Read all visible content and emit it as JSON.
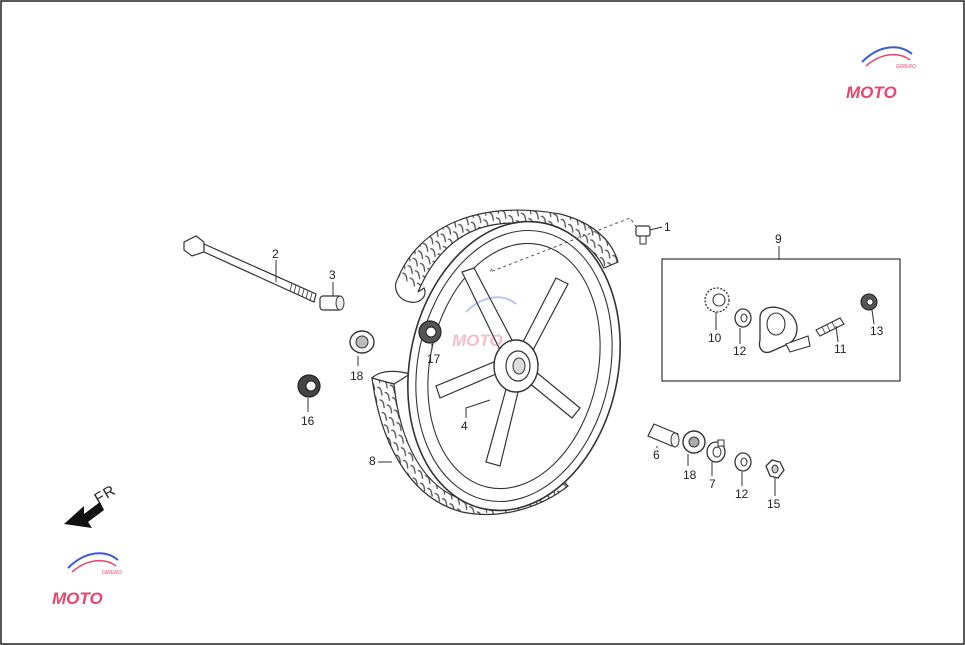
{
  "diagram": {
    "direction_label": "FR",
    "watermark": {
      "text": "MOTO",
      "sub": "GIRERO",
      "colors": {
        "primary": "#e8456b",
        "secondary": "#3c5bd6",
        "gear": "#c8c8c8"
      }
    },
    "parts": [
      {
        "id": "p1",
        "label": "1"
      },
      {
        "id": "p2",
        "label": "2"
      },
      {
        "id": "p3",
        "label": "3"
      },
      {
        "id": "p4",
        "label": "4"
      },
      {
        "id": "p6",
        "label": "6"
      },
      {
        "id": "p7",
        "label": "7"
      },
      {
        "id": "p8",
        "label": "8"
      },
      {
        "id": "p9",
        "label": "9"
      },
      {
        "id": "p10",
        "label": "10"
      },
      {
        "id": "p11",
        "label": "11"
      },
      {
        "id": "p12a",
        "label": "12"
      },
      {
        "id": "p12b",
        "label": "12"
      },
      {
        "id": "p13",
        "label": "13"
      },
      {
        "id": "p15",
        "label": "15"
      },
      {
        "id": "p16",
        "label": "16"
      },
      {
        "id": "p17",
        "label": "17"
      },
      {
        "id": "p18a",
        "label": "18"
      },
      {
        "id": "p18b",
        "label": "18"
      }
    ]
  }
}
